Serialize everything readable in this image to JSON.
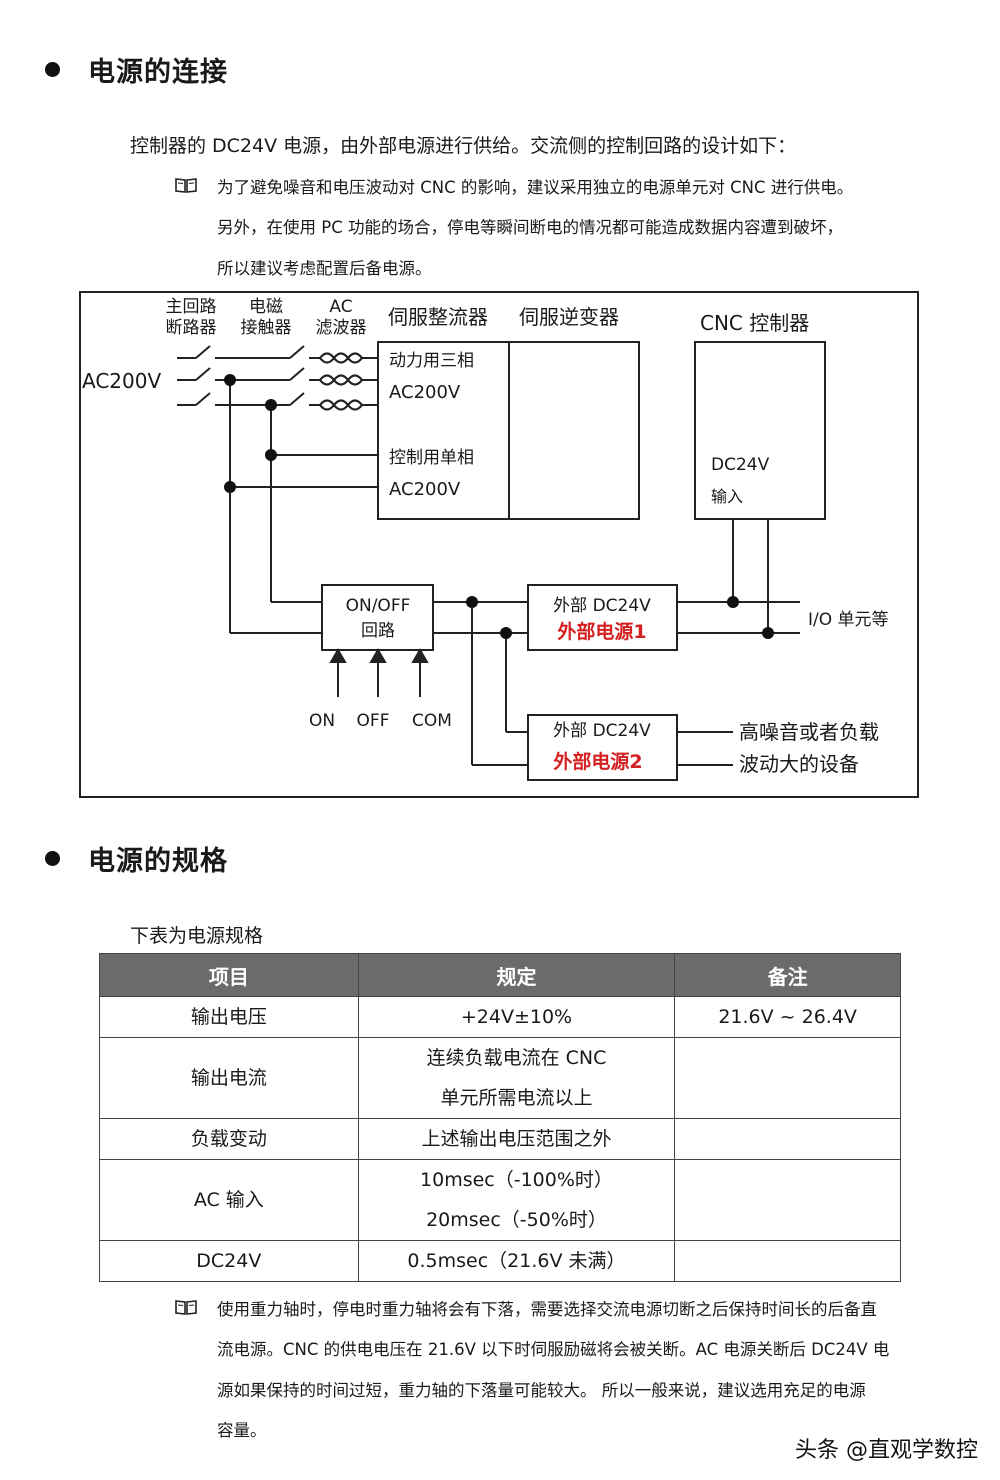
{
  "section1": {
    "title": "电源的连接",
    "intro": "控制器的 DC24V 电源，由外部电源进行供给。交流侧的控制回路的设计如下：",
    "note_lines": [
      "为了避免噪音和电压波动对 CNC 的影响，建议采用独立的电源单元对 CNC 进行供电。",
      "另外，在使用 PC 功能的场合，停电等瞬间断电的情况都可能造成数据内容遭到破坏，",
      "所以建议考虑配置后备电源。"
    ]
  },
  "diagram": {
    "breaker_l1": "主回路",
    "breaker_l2": "断路器",
    "contactor_l1": "电磁",
    "contactor_l2": "接触器",
    "filter_l1": "AC",
    "filter_l2": "滤波器",
    "ac_input": "AC200V",
    "rectifier": "伺服整流器",
    "inverter": "伺服逆变器",
    "cnc": "CNC 控制器",
    "power_3ph": "动力用三相",
    "power_3ph_v": "AC200V",
    "ctrl_1ph": "控制用单相",
    "ctrl_1ph_v": "AC200V",
    "dc_in": "DC24V",
    "dc_in_label": "输入",
    "onoff_l1": "ON/OFF",
    "onoff_l2": "回路",
    "on": "ON",
    "off": "OFF",
    "com": "COM",
    "psu1_top": "外部 DC24V",
    "psu1_red": "外部电源1",
    "psu2_top": "外部 DC24V",
    "psu2_red": "外部电源2",
    "io": "I/O 单元等",
    "noisy_l1": "高噪音或者负载",
    "noisy_l2": "波动大的设备"
  },
  "section2": {
    "title": "电源的规格",
    "intro": "下表为电源规格",
    "table": {
      "headers": [
        "项目",
        "规定",
        "备注"
      ],
      "rows": [
        {
          "item": "输出电压",
          "spec": [
            "+24V±10%"
          ],
          "remark": "21.6V ~ 26.4V"
        },
        {
          "item": "输出电流",
          "spec": [
            "连续负载电流在 CNC",
            "单元所需电流以上"
          ],
          "remark": ""
        },
        {
          "item": "负载变动",
          "spec": [
            "上述输出电压范围之外"
          ],
          "remark": ""
        },
        {
          "item": "AC 输入",
          "spec": [
            "10msec（-100%时）",
            "20msec（-50%时）"
          ],
          "remark": ""
        },
        {
          "item": "DC24V",
          "spec": [
            "0.5msec（21.6V 未满）"
          ],
          "remark": ""
        }
      ]
    },
    "note_lines": [
      "使用重力轴时，停电时重力轴将会有下落，需要选择交流电源切断之后保持时间长的后备直",
      "流电源。CNC 的供电电压在 21.6V 以下时伺服励磁将会被关断。AC 电源关断后 DC24V 电",
      "源如果保持的时间过短，重力轴的下落量可能较大。 所以一般来说，建议选用充足的电源",
      "容量。"
    ]
  },
  "footer": "头条 @直观学数控",
  "colors": {
    "accent_red": "#d42020",
    "table_header": "#6b6b6b"
  }
}
